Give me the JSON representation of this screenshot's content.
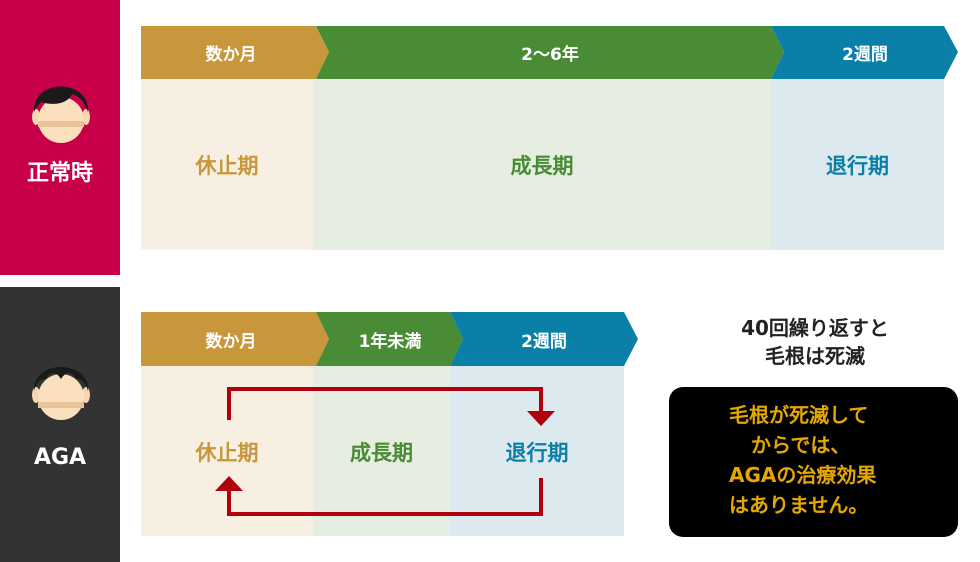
{
  "colors": {
    "rest": "#c9973b",
    "growth": "#4a8b35",
    "regression": "#0a7fa8",
    "normal_panel": "#c8004a",
    "aga_panel": "#333333",
    "arrow": "#b0000e",
    "notice_text": "#e5a700"
  },
  "normal": {
    "label": "正常時",
    "icon": "face-full-hair-icon",
    "phases": [
      {
        "duration": "数か月",
        "name": "休止期"
      },
      {
        "duration": "2〜6年",
        "name": "成長期"
      },
      {
        "duration": "2週間",
        "name": "退行期"
      }
    ]
  },
  "aga": {
    "label": "AGA",
    "icon": "face-thinning-hair-icon",
    "phases": [
      {
        "duration": "数か月",
        "name": "休止期"
      },
      {
        "duration": "1年未満",
        "name": "成長期"
      },
      {
        "duration": "2週間",
        "name": "退行期"
      }
    ]
  },
  "cycle_note": {
    "line1": "40回繰り返すと",
    "line2": "毛根は死滅"
  },
  "notice": {
    "line1": "毛根が死滅して",
    "line2": "からでは、",
    "line3": "AGAの治療効果",
    "line4": "はありません。"
  }
}
